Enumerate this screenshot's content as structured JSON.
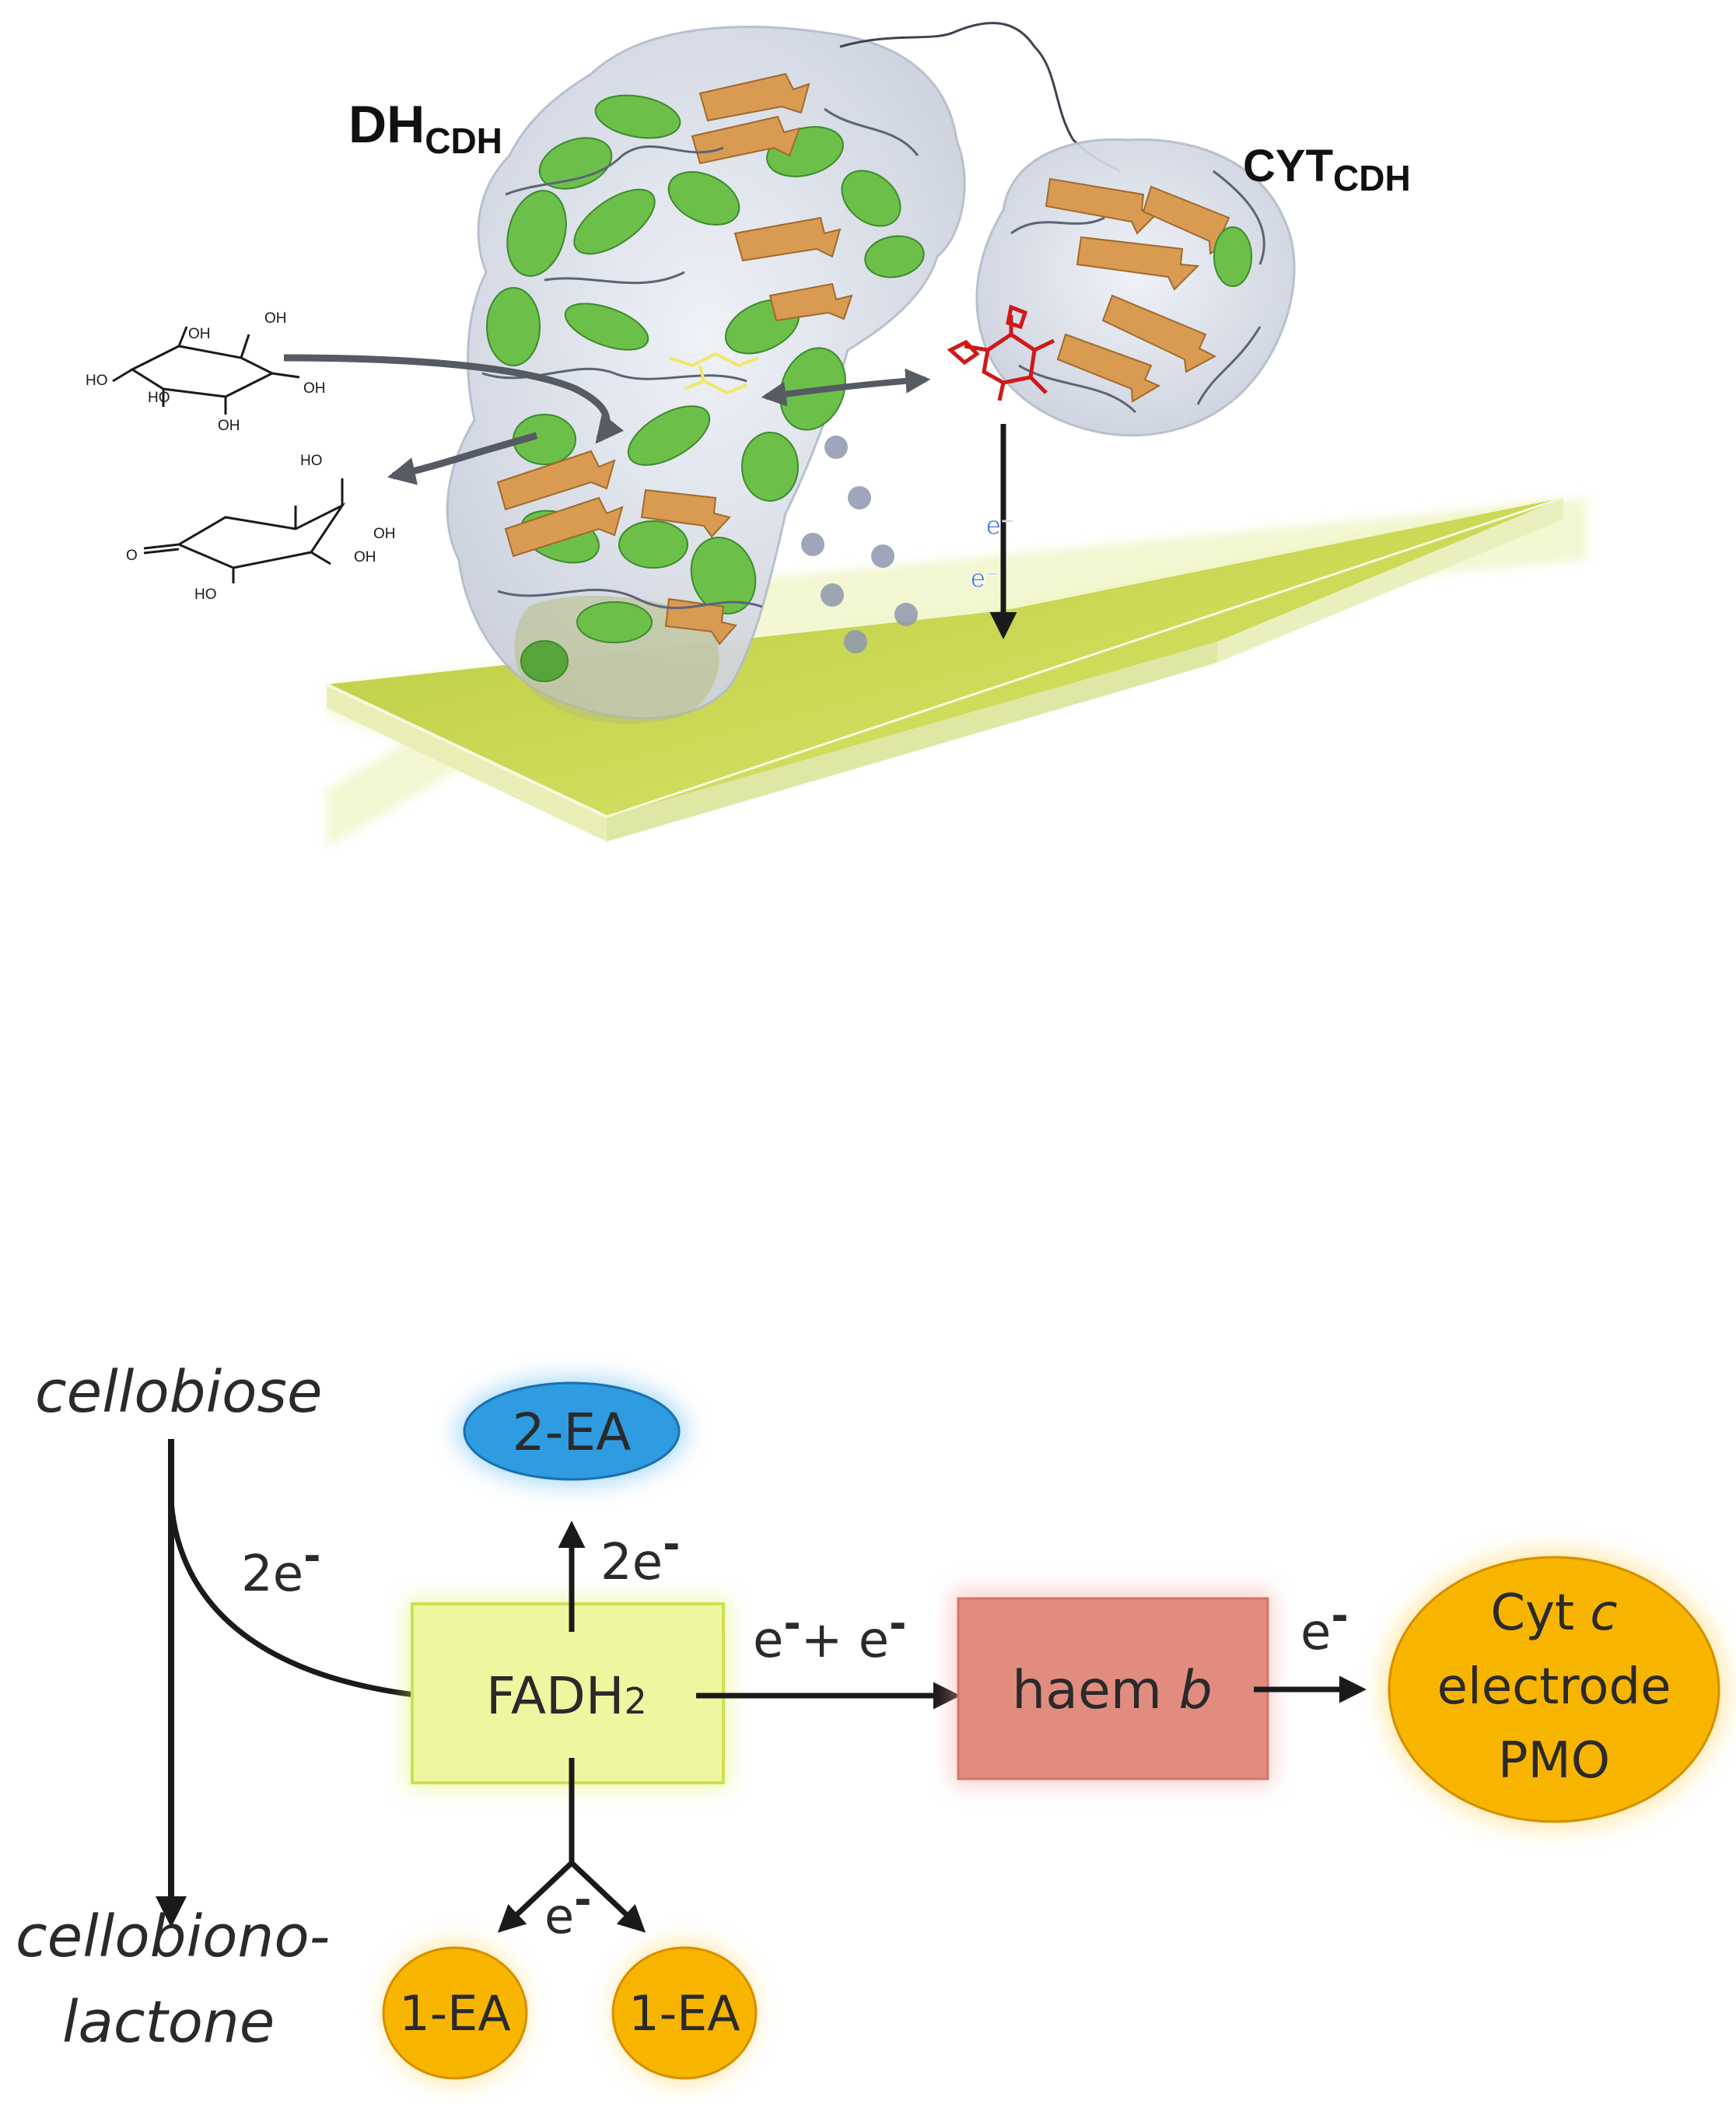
{
  "structure_panel": {
    "dh_label_main": "DH",
    "dh_label_sub": "CDH",
    "cyt_label_main": "CYT",
    "cyt_label_sub": "CDH",
    "electron_label_1": "e⁻",
    "electron_label_2": "e⁻",
    "glucose_labels": [
      "OH",
      "HO",
      "HO",
      "OH",
      "OH",
      "OH"
    ],
    "lactone_labels": [
      "HO",
      "O",
      "OH",
      "OH",
      "HO"
    ]
  },
  "scheme": {
    "cellobiose": "cellobiose",
    "cellobionolactone_line1": "cellobiono-",
    "cellobionolactone_line2": "lactone",
    "two_electrons_left": "2e",
    "two_electrons_up": "2e",
    "fad": "FADH",
    "fad_sub": "2",
    "split_electron": "e",
    "electron_sum": "e",
    "electron_plus": "+ e",
    "haem": "haem ",
    "haem_italic": "b",
    "haem_out_electron": "e",
    "minus": "-",
    "acceptor_2ea": "2-EA",
    "acceptor_1ea_left": "1-EA",
    "acceptor_1ea_right": "1-EA",
    "cyt_line1": "Cyt ",
    "cyt_line1_italic": "c",
    "cyt_line2": "electrode",
    "cyt_line3": "PMO"
  },
  "colors": {
    "fad_box": "#eef7a0",
    "fad_glow": "#d9ef5a",
    "haem_box": "#e28c80",
    "haem_glow": "#f4a89d",
    "two_ea": "#2f9be0",
    "one_ea": "#f7b500",
    "cyt_c": "#f7b500",
    "electrode": "#c5d449",
    "helix": "#6cc04a",
    "sheet": "#d99a52",
    "heme": "#d01818"
  }
}
